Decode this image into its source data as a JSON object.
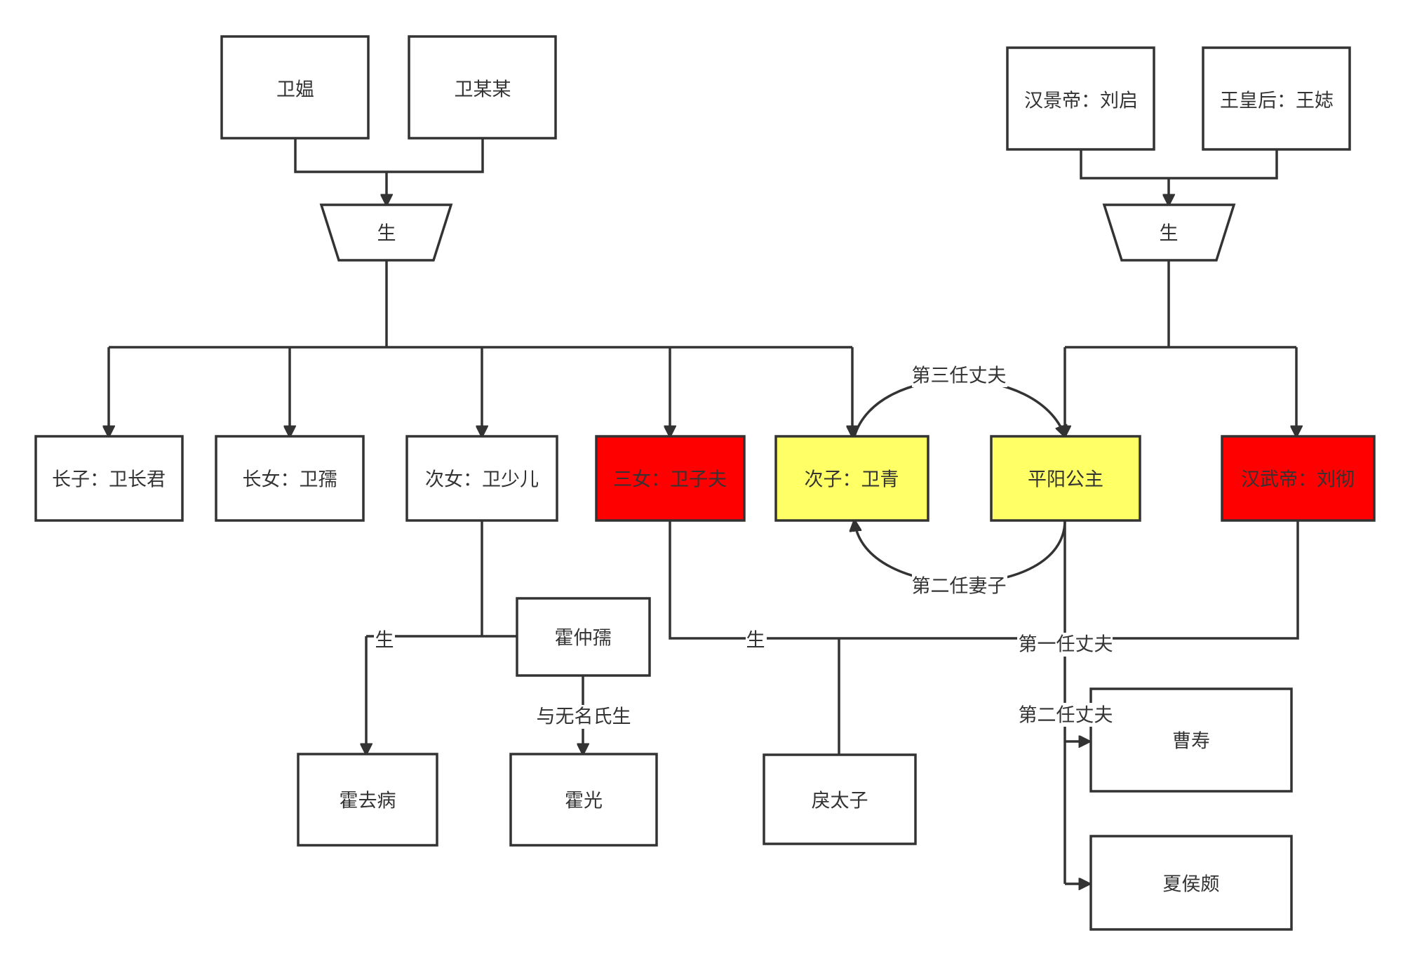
{
  "colors": {
    "stroke": "#333333",
    "node_default": "#ffffff",
    "node_red": "#ff0000",
    "node_yellow": "#ffff66"
  },
  "nodes": {
    "wei_ao": "卫媪",
    "wei_moumou": "卫某某",
    "sheng_left": "生",
    "jingdi": "汉景帝：刘启",
    "wang_huanghou": "王皇后：王娡",
    "sheng_right": "生",
    "changzi": "长子：卫长君",
    "changnv": "长女：卫孺",
    "cinv": "次女：卫少儿",
    "sannv": "三女：卫子夫",
    "cizi": "次子：卫青",
    "pingyang": "平阳公主",
    "wudi": "汉武帝：刘彻",
    "huo_zhongru": "霍仲孺",
    "huo_qubing": "霍去病",
    "huo_guang": "霍光",
    "li_taizi": "戾太子",
    "cao_shou": "曹寿",
    "xiahou_po": "夏侯颇"
  },
  "edge_labels": {
    "third_husband": "第三任丈夫",
    "second_wife": "第二任妻子",
    "sheng_huo": "生",
    "wuming": "与无名氏生",
    "sheng_li": "生",
    "first_husband": "第一任丈夫",
    "second_husband": "第二任丈夫"
  }
}
